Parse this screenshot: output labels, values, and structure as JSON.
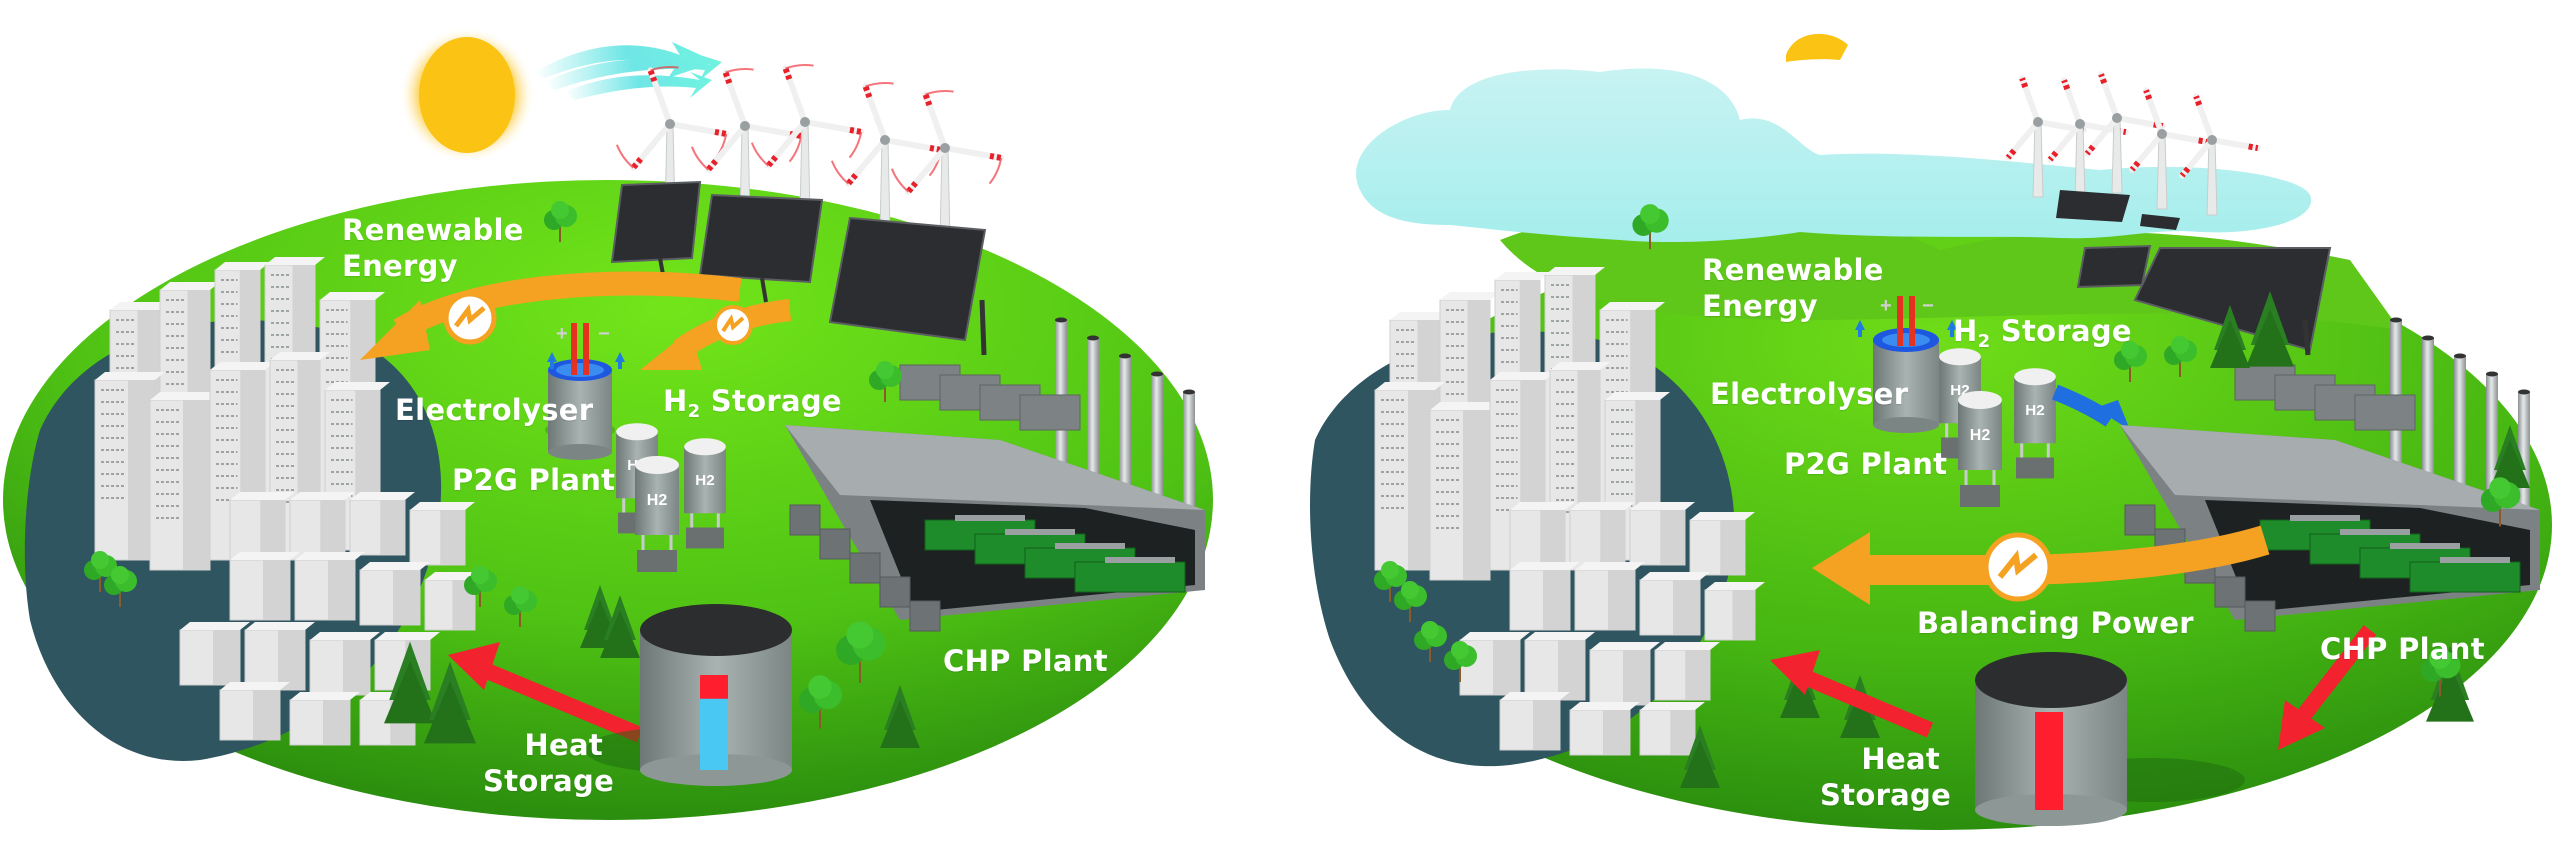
{
  "title": "Power-to-Gas energy system: renewable-surplus scenario vs. low-renewable scenario",
  "colors": {
    "grass_light": "#6fe019",
    "grass_dark": "#2a8a10",
    "electricity_arrow": "#f5a122",
    "heat_arrow": "#f2222f",
    "hydrogen_arrow": "#1f6fe0",
    "sun": "#fbc313",
    "wind": "#6fe6e6",
    "cloud": "#b9f0f0",
    "city_base": "#2f5560",
    "heat_hot": "#ff1e2e",
    "heat_cold": "#48c8f2"
  },
  "scenes": [
    {
      "id": "surplus",
      "sky": {
        "sun": "full",
        "wind": true,
        "clouds": false
      },
      "labels": {
        "renewable_energy_1": "Renewable",
        "renewable_energy_2": "Energy",
        "electrolyser": "Electrolyser",
        "h2_storage_prefix": "H",
        "h2_storage_sub": "2",
        "h2_storage_suffix": " Storage",
        "p2g_plant": "P2G Plant",
        "chp_plant": "CHP Plant",
        "heat_storage_1": "Heat",
        "heat_storage_2": "Storage",
        "balancing_power": null
      },
      "flows": [
        {
          "from": "Renewable Energy",
          "to": "City",
          "type": "electricity"
        },
        {
          "from": "Renewable Energy",
          "to": "Electrolyser",
          "type": "electricity"
        },
        {
          "from": "Heat Storage",
          "to": "City",
          "type": "heat"
        }
      ],
      "heat_storage_hot_fraction": 0.25,
      "tank_label": "H2",
      "electrode_signs": [
        "+",
        "−"
      ],
      "wind_turbines": 5,
      "solar_panels": 3,
      "chp_chimneys": 5
    },
    {
      "id": "low-renewable",
      "sky": {
        "sun": "partially hidden",
        "wind": false,
        "clouds": true
      },
      "labels": {
        "renewable_energy_1": "Renewable",
        "renewable_energy_2": "Energy",
        "electrolyser": "Electrolyser",
        "h2_storage_prefix": "H",
        "h2_storage_sub": "2",
        "h2_storage_suffix": " Storage",
        "p2g_plant": "P2G Plant",
        "chp_plant": "CHP Plant",
        "heat_storage_1": "Heat",
        "heat_storage_2": "Storage",
        "balancing_power": "Balancing Power"
      },
      "flows": [
        {
          "from": "H2 Storage",
          "to": "CHP Plant",
          "type": "hydrogen"
        },
        {
          "from": "CHP Plant",
          "to": "City",
          "type": "electricity",
          "label": "Balancing Power"
        },
        {
          "from": "CHP Plant",
          "to": "Heat Storage",
          "type": "heat"
        },
        {
          "from": "Heat Storage",
          "to": "City",
          "type": "heat"
        }
      ],
      "heat_storage_hot_fraction": 1.0,
      "tank_label": "H2",
      "electrode_signs": [
        "+",
        "−"
      ],
      "wind_turbines": 5,
      "solar_panels": 4,
      "chp_chimneys": 5
    }
  ]
}
